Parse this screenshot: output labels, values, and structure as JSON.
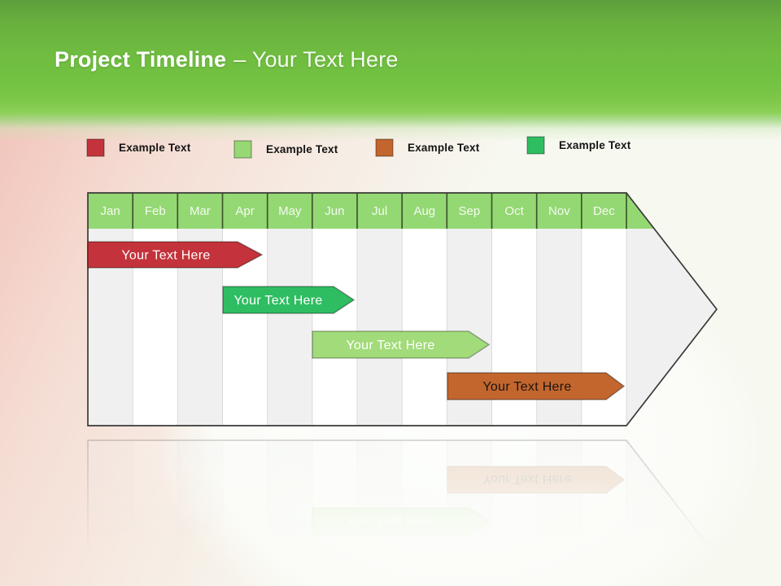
{
  "slide": {
    "title": {
      "main": "Project Timeline",
      "suffix": "– Your Text Here"
    }
  },
  "legend": {
    "items": [
      {
        "label": "Example Text",
        "color": "#C4333B"
      },
      {
        "label": "Example Text",
        "color": "#97D874"
      },
      {
        "label": "Example Text",
        "color": "#C2662E"
      },
      {
        "label": "Example Text",
        "color": "#2FBD62"
      }
    ]
  },
  "chart": {
    "header_color": "#94D873",
    "months": [
      "Jan",
      "Feb",
      "Mar",
      "Apr",
      "May",
      "Jun",
      "Jul",
      "Aug",
      "Sep",
      "Oct",
      "Nov",
      "Dec"
    ],
    "bars": [
      {
        "label": "Your Text Here",
        "color": "#C4333B",
        "text_color": "#FFFFFF"
      },
      {
        "label": "Your Text Here",
        "color": "#2FBD62",
        "text_color": "#FFFFFF"
      },
      {
        "label": "Your Text Here",
        "color": "#A2DB79",
        "text_color": "#FFFFFF"
      },
      {
        "label": "Your Text Here",
        "color": "#C2662E",
        "text_color": "#1E1410"
      }
    ]
  },
  "chart_data": {
    "type": "bar",
    "subtype": "gantt-timeline",
    "title": "Project Timeline – Your Text Here",
    "categories": [
      "Jan",
      "Feb",
      "Mar",
      "Apr",
      "May",
      "Jun",
      "Jul",
      "Aug",
      "Sep",
      "Oct",
      "Nov",
      "Dec"
    ],
    "series": [
      {
        "name": "Your Text Here",
        "color": "#C4333B",
        "start_month": "Jan",
        "end_month": "Apr",
        "span_months": [
          0.0,
          3.9
        ]
      },
      {
        "name": "Your Text Here",
        "color": "#2FBD62",
        "start_month": "Apr",
        "end_month": "Jun",
        "span_months": [
          3.0,
          5.9
        ]
      },
      {
        "name": "Your Text Here",
        "color": "#A2DB79",
        "start_month": "Jun",
        "end_month": "Sep",
        "span_months": [
          5.0,
          8.9
        ]
      },
      {
        "name": "Your Text Here",
        "color": "#C2662E",
        "start_month": "Sep",
        "end_month": "Dec",
        "span_months": [
          8.0,
          11.9
        ]
      }
    ],
    "legend_entries": [
      "Example Text",
      "Example Text",
      "Example Text",
      "Example Text"
    ],
    "legend_position": "top",
    "grid": "vertical-month-columns",
    "shape": "right-pointing-arrow-container"
  }
}
